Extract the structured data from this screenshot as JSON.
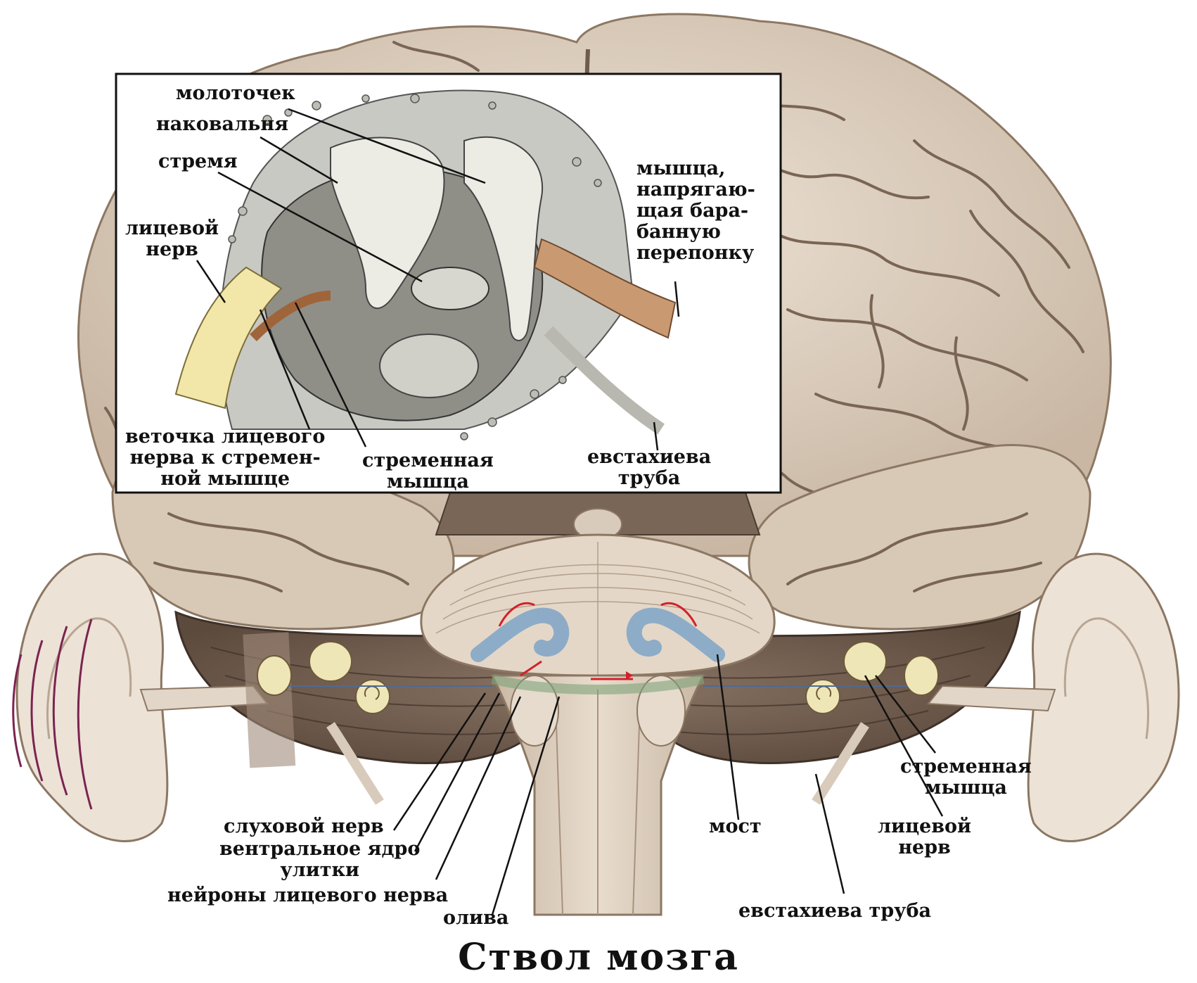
{
  "title": "Ствол мозга",
  "inset_labels": {
    "malleus": "молоточек",
    "incus": "наковальня",
    "stapes": "стремя",
    "facial_nerve": "лицевой\nнерв",
    "tensor_tympani": "мышца,\nнапрягаю-\nщая бара-\nбанную\nперепонку",
    "branch": "веточка лицевого\nнерва к стремен-\nной мышце",
    "stapedius": "стременная\nмышца",
    "eustachian": "евстахиева\nтруба"
  },
  "main_labels": {
    "auditory_nerve": "слуховой нерв",
    "ventral_nucleus": "вентральное ядро\nулитки",
    "facial_neurons": "нейроны лицевого нерва",
    "olive": "олива",
    "pons": "мост",
    "stapedius_r": "стременная\nмышца",
    "facial_nerve_r": "лицевой\nнерв",
    "eustachian_r": "евстахиева труба"
  },
  "colors": {
    "brain": "#e2d5c5",
    "brain_shadow": "#b8a592",
    "sulcus": "#6e5c4c",
    "cerebellum": "#7a6656",
    "stem": "#d9cbbb",
    "ear": "#ece2d6",
    "inset_bg": "#ffffff",
    "sound_wave": "#7a2450",
    "pathway_blue": "#7ea4c7",
    "arrow_red": "#d2212a",
    "muscle": "#a0643a",
    "nerve_yellow": "#f2e7a8"
  }
}
